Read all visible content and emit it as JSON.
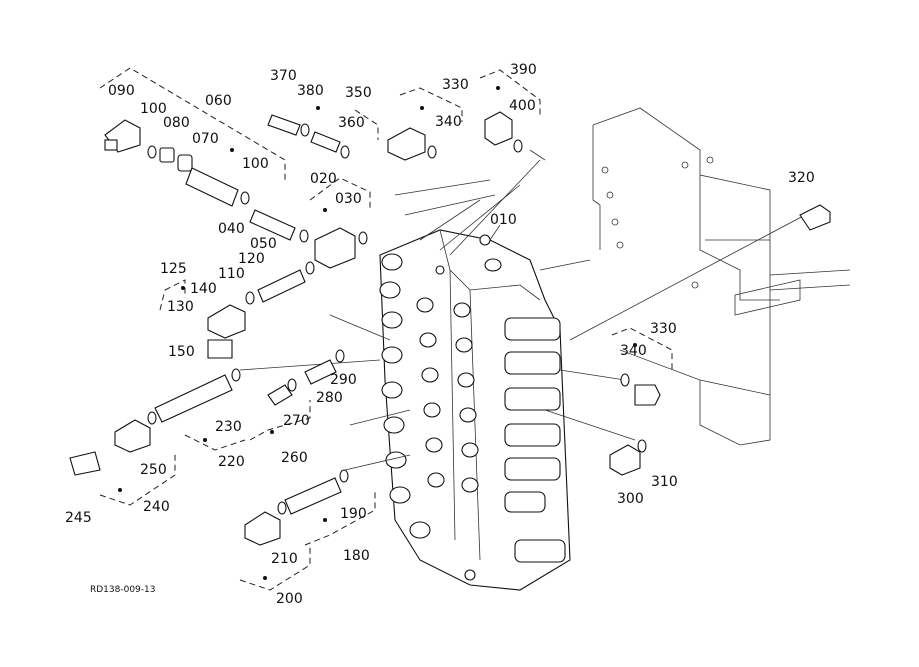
{
  "reference_code": "RD138-009-13",
  "labels": {
    "l090": "090",
    "l100a": "100",
    "l060": "060",
    "l080": "080",
    "l070": "070",
    "l100b": "100",
    "l370": "370",
    "l380": "380",
    "l350": "350",
    "l360": "360",
    "l330a": "330",
    "l340a": "340",
    "l390": "390",
    "l400": "400",
    "l020": "020",
    "l030": "030",
    "l010": "010",
    "l040": "040",
    "l050": "050",
    "l120": "120",
    "l125": "125",
    "l110": "110",
    "l140": "140",
    "l130": "130",
    "l150": "150",
    "l320": "320",
    "l330b": "330",
    "l340b": "340",
    "l290": "290",
    "l280": "280",
    "l270": "270",
    "l260": "260",
    "l230": "230",
    "l220": "220",
    "l250": "250",
    "l240": "240",
    "l245": "245",
    "l190": "190",
    "l180": "180",
    "l210": "210",
    "l200": "200",
    "l300": "300",
    "l310": "310"
  }
}
